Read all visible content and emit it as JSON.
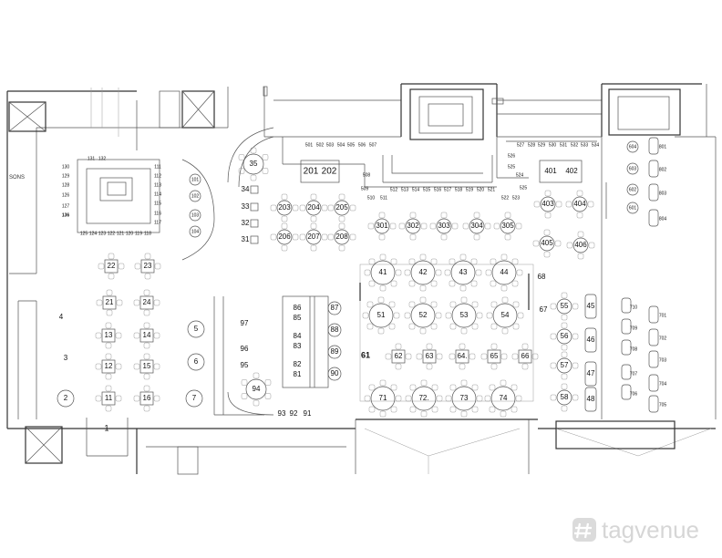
{
  "plan": {
    "side_label": "SONS",
    "watermark": "tagvenue",
    "logo_icon": "tagvenue-hash-icon"
  },
  "tables": {
    "t1": "1",
    "t2": "2",
    "t3": "3",
    "t4": "4",
    "t5": "5",
    "t6": "6",
    "t7": "7",
    "t11": "11",
    "t12": "12",
    "t13": "13",
    "t14": "14",
    "t15": "15",
    "t16": "16",
    "t21": "21",
    "t22": "22",
    "t23": "23",
    "t24": "24",
    "t31": "31",
    "t32": "32",
    "t33": "33",
    "t34": "34",
    "t35": "35",
    "t41": "41",
    "t42": "42",
    "t43": "43",
    "t44": "44",
    "t45": "45",
    "t46": "46",
    "t47": "47",
    "t48": "48",
    "t51": "51",
    "t52": "52",
    "t53": "53",
    "t54": "54",
    "t55": "55",
    "t56": "56",
    "t57": "57",
    "t58": "58",
    "t61": "61",
    "t62": "62",
    "t63": "63",
    "t64": "64.",
    "t65": "65",
    "t66": "66",
    "t67": "67",
    "t68": "68",
    "t71": "71",
    "t72": "72.",
    "t73": "73",
    "t74": "74",
    "t81": "81",
    "t82": "82",
    "t83": "83",
    "t84": "84",
    "t85": "85",
    "t86": "86",
    "t87": "87",
    "t88": "88",
    "t89": "89",
    "t90": "90",
    "t91": "91",
    "t92": "92",
    "t93": "93",
    "t94": "94",
    "t95": "95",
    "t96": "96",
    "t97": "97",
    "t101": "101",
    "t102": "102",
    "t103": "103",
    "t104": "104",
    "t111": "111",
    "t112": "112",
    "t113": "113",
    "t114": "114",
    "t115": "115",
    "t116": "116",
    "t117": "117",
    "t118": "118",
    "t119": "119",
    "t120": "120",
    "t121": "121",
    "t122": "122",
    "t123": "123",
    "t124": "124",
    "t125": "125",
    "t126": "126",
    "t127": "127",
    "t128": "128",
    "t129": "129",
    "t130": "130",
    "t131": "131",
    "t132": "132",
    "t136": "136",
    "t201": "201",
    "t202": "202",
    "t203": "203",
    "t204": "204",
    "t205": "205",
    "t206": "206",
    "t207": "207",
    "t208": "208",
    "t301": "301",
    "t302": "302",
    "t303": "303",
    "t304": "304",
    "t305": "305",
    "t401": "401",
    "t402": "402",
    "t403": "403",
    "t404": "404",
    "t405": "405",
    "t406": "406",
    "t501": "501",
    "t502": "502",
    "t503": "503",
    "t504": "504",
    "t505": "505",
    "t506": "506",
    "t507": "507",
    "t508": "508",
    "t509": "509",
    "t510": "510",
    "t511": "511",
    "t512": "512",
    "t513": "513",
    "t514": "514",
    "t515": "515",
    "t516": "516",
    "t517": "517",
    "t518": "518",
    "t519": "519",
    "t520": "520",
    "t521": "521",
    "t522": "522",
    "t523": "523",
    "t524": "524",
    "t525": "525",
    "t526": "526",
    "t527": "527",
    "t528": "528",
    "t529": "529",
    "t530": "530",
    "t531": "531",
    "t532": "532",
    "t533": "533",
    "t534": "534",
    "t601": "601",
    "t602": "602",
    "t603": "603",
    "t604": "604",
    "t701": "701",
    "t702": "702",
    "t703": "703",
    "t704": "704",
    "t705": "705",
    "t706": "706",
    "t707": "707",
    "t708": "708",
    "t709": "709",
    "t710": "710",
    "t801": "801",
    "t802": "802",
    "t803": "803",
    "t804": "804"
  }
}
